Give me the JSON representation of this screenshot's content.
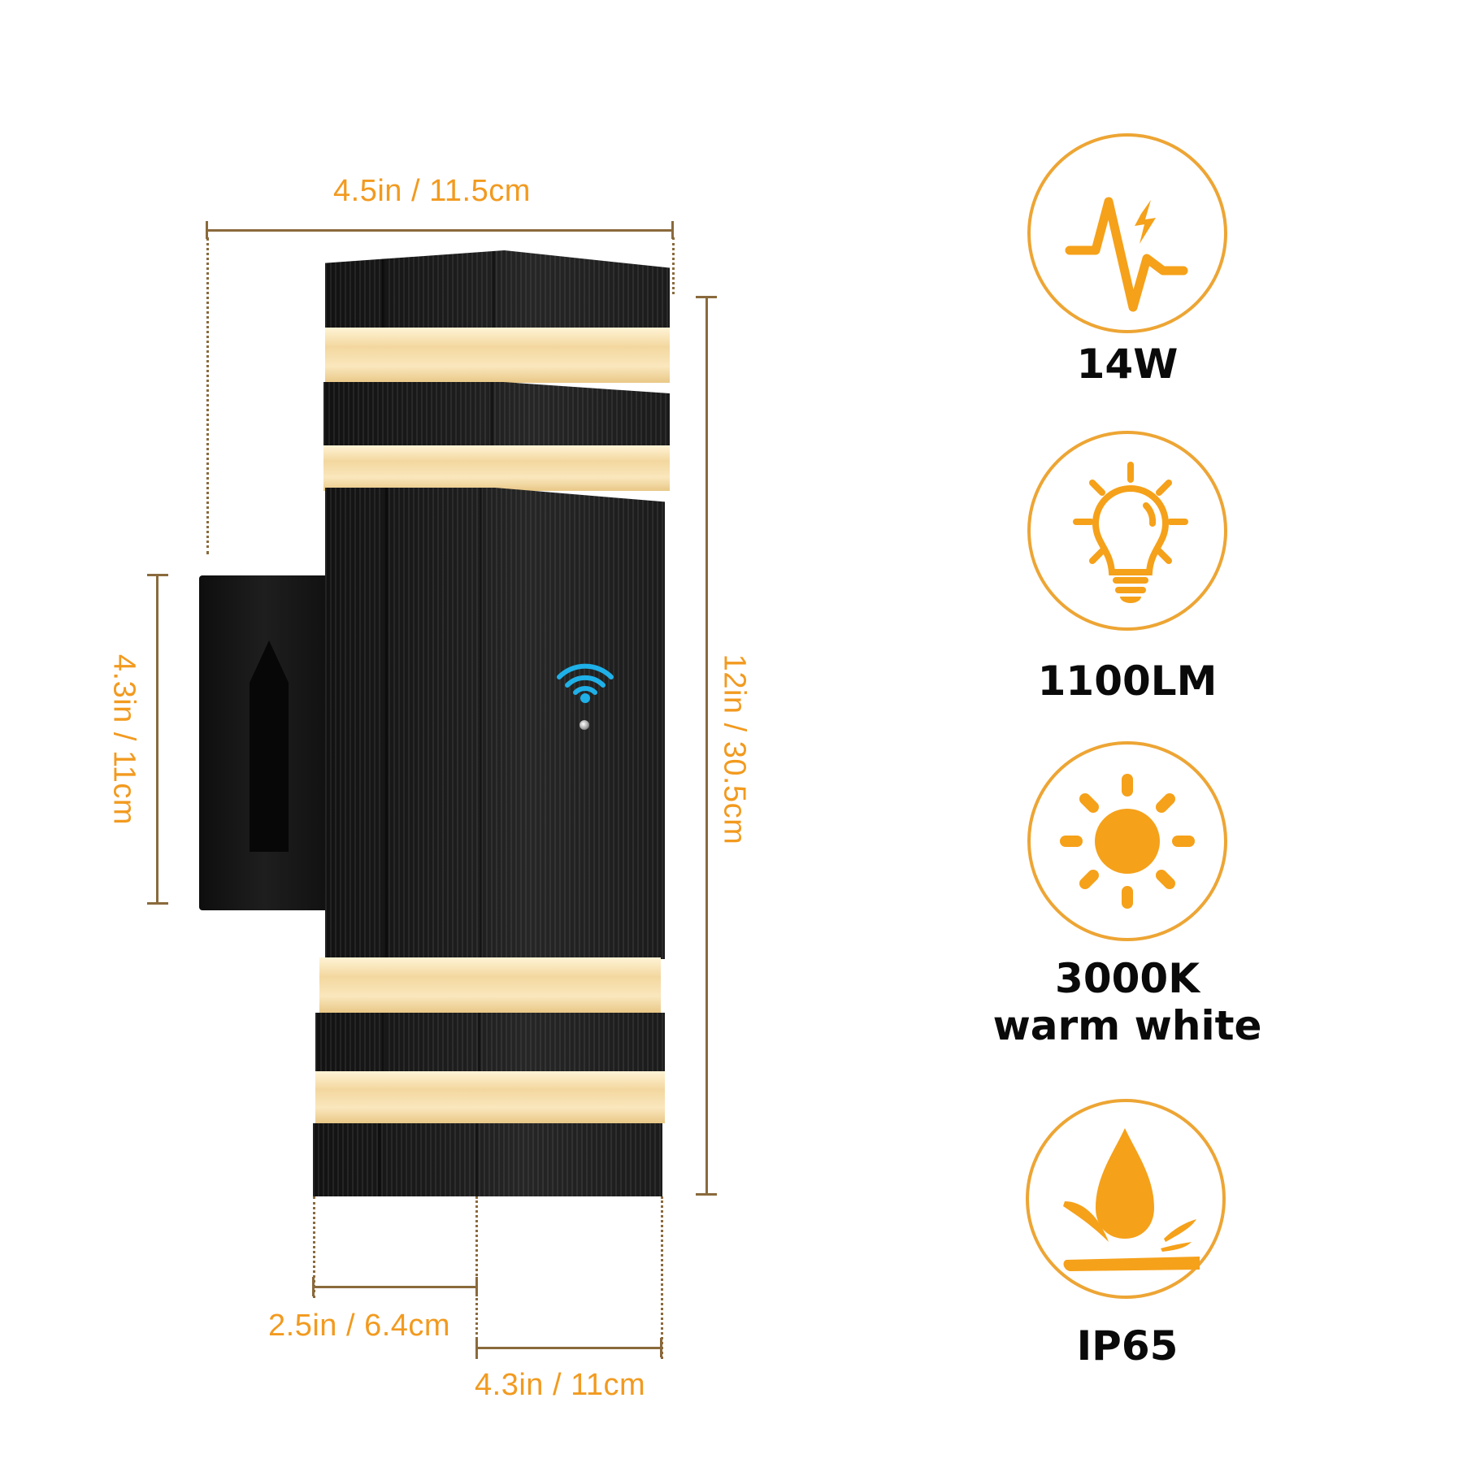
{
  "product": {
    "name": "Outdoor up-down wall light with motion sensor",
    "body_color": "#161616",
    "glow_color": "#f6deb0",
    "sensor_icon": "wifi-sensor-icon",
    "sensor_icon_color": "#1fb0e8"
  },
  "dimensions": {
    "width_top": "4.5in / 11.5cm",
    "height_total": "12in / 30.5cm",
    "mount_height": "4.3in / 11cm",
    "bottom_depth_back": "2.5in / 6.4cm",
    "bottom_depth_front": "4.3in / 11cm",
    "label_color": "#f29a1f",
    "line_color": "#8a6a3c"
  },
  "specs": [
    {
      "icon": "power-pulse-icon",
      "label": "14W"
    },
    {
      "icon": "light-bulb-icon",
      "label": "1100LM"
    },
    {
      "icon": "sun-icon",
      "label": "3000K",
      "sublabel": "warm white"
    },
    {
      "icon": "water-drop-splash-icon",
      "label": "IP65"
    }
  ],
  "accent_color": "#f5a11a",
  "ring_color": "#eda534"
}
